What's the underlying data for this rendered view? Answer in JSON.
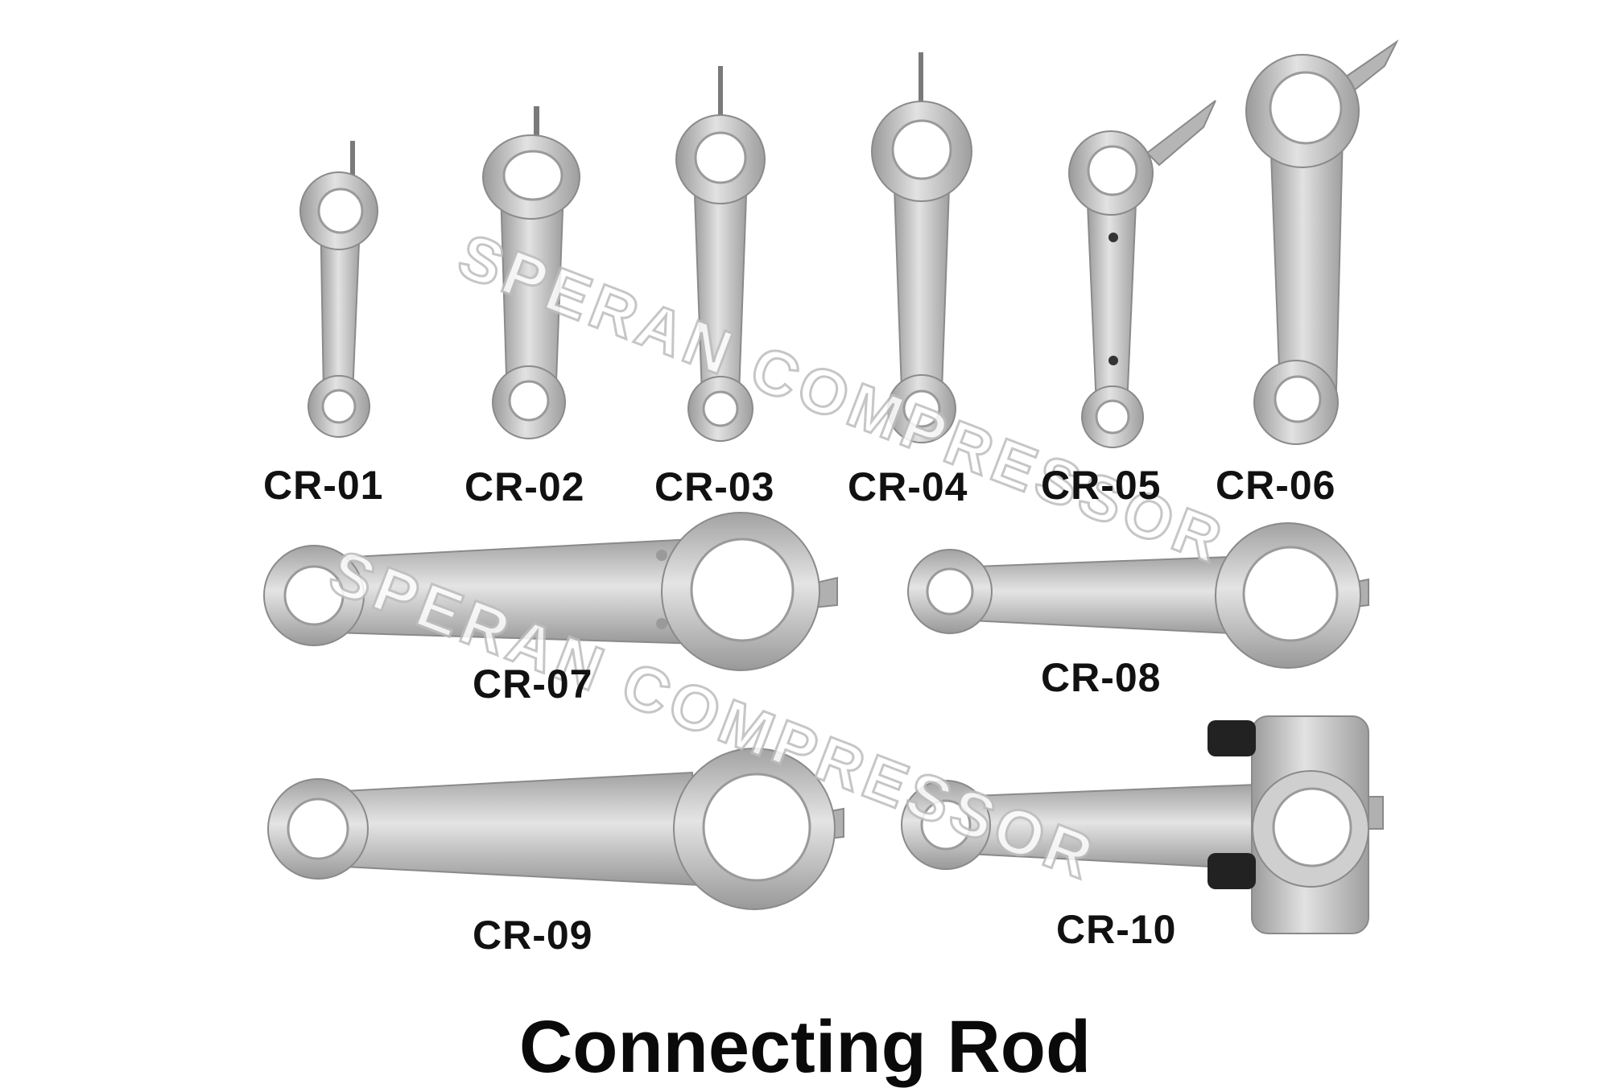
{
  "title": "Connecting Rod",
  "watermark": "SPERAN COMPRESSOR",
  "products": [
    {
      "code": "CR-01"
    },
    {
      "code": "CR-02"
    },
    {
      "code": "CR-03"
    },
    {
      "code": "CR-04"
    },
    {
      "code": "CR-05"
    },
    {
      "code": "CR-06"
    },
    {
      "code": "CR-07"
    },
    {
      "code": "CR-08"
    },
    {
      "code": "CR-09"
    },
    {
      "code": "CR-10"
    }
  ],
  "colors": {
    "background": "#ffffff",
    "metal": "#b9b9b9",
    "metal_light": "#dcdcdc",
    "metal_dark": "#8a8a8a",
    "bolt": "#222222",
    "text": "#111111"
  }
}
